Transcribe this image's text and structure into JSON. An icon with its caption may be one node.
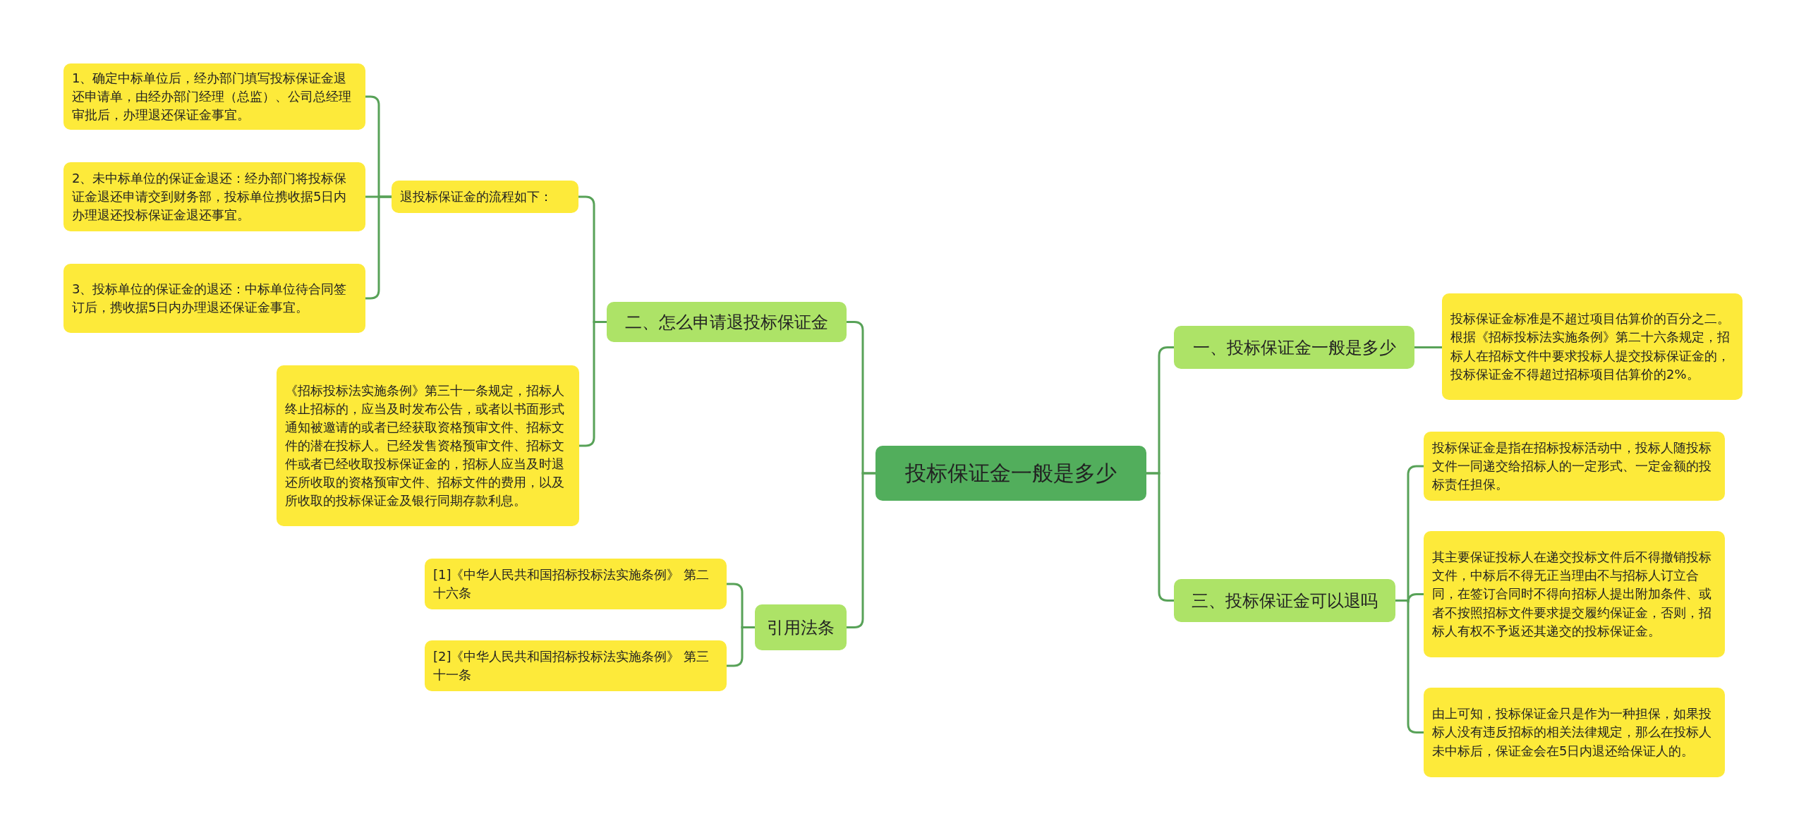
{
  "diagram": {
    "nodes": [
      {
        "text": [
          "投标保证金一般是多少"
        ]
      },
      {
        "text": [
          "二、怎么申请退投标保证金"
        ]
      },
      {
        "text": [
          "退投标保证金的流程如下："
        ]
      },
      {
        "text": [
          "1、确定中标单位后，经办部门填写投标保证金退还申请单，由经办部门经理（总监）、公司总经理审批后，办理退还保证金事宜。"
        ]
      },
      {
        "text": [
          "2、未中标单位的保证金退还：经办部门将投标保证金退还申请交到财务部，投标单位携收据5日内办理退还投标保证金退还事宜。"
        ]
      },
      {
        "text": [
          "3、投标单位的保证金的退还：中标单位待合同签订后，携收据5日内办理退还保证金事宜。"
        ]
      },
      {
        "text": [
          "《招标投标法实施条例》第三十一条规定，招标人终止招标的，应当及时发布公告，或者以书面形式通知被邀请的或者已经获取资格预审文件、招标文件的潜在投标人。已经发售资格预审文件、招标文件或者已经收取投标保证金的，招标人应当及时退还所收取的资格预审文件、招标文件的费用，以及所收取的投标保证金及银行同期存款利息。"
        ]
      },
      {
        "text": [
          "引用法条"
        ]
      },
      {
        "text": [
          "[1]《中华人民共和国招标投标法实施条例》 第二十六条"
        ]
      },
      {
        "text": [
          "[2]《中华人民共和国招标投标法实施条例》 第三十一条"
        ]
      },
      {
        "text": [
          "一、投标保证金一般是多少"
        ]
      },
      {
        "text": [
          "投标保证金标准是不超过项目估算价的百分之二。根据《招标投标法实施条例》第二十六条规定，招标人在招标文件中要求投标人提交投标保证金的，投标保证金不得超过招标项目估算价的2%。"
        ]
      },
      {
        "text": [
          "三、投标保证金可以退吗"
        ]
      },
      {
        "text": [
          "投标保证金是指在招标投标活动中，投标人随投标文件一同递交给招标人的一定形式、一定金额的投标责任担保。"
        ]
      },
      {
        "text": [
          "其主要保证投标人在递交投标文件后不得撤销投标文件，中标后不得无正当理由不与招标人订立合同，在签订合同时不得向招标人提出附加条件、或者不按照招标文件要求提交履约保证金，否则，招标人有权不予返还其递交的投标保证金。"
        ]
      },
      {
        "text": [
          "由上可知，投标保证金只是作为一种担保，如果投标人没有违反招标的相关法律规定，那么在投标人未中标后，保证金会在5日内退还给保证人的。"
        ]
      }
    ],
    "edges": [
      {
        "from": 0,
        "to": 1,
        "arrow": "none"
      },
      {
        "from": 0,
        "to": 7,
        "arrow": "none"
      },
      {
        "from": 0,
        "to": 10,
        "arrow": "none"
      },
      {
        "from": 0,
        "to": 12,
        "arrow": "none"
      },
      {
        "from": 1,
        "to": 2,
        "arrow": "none"
      },
      {
        "from": 1,
        "to": 6,
        "arrow": "none"
      },
      {
        "from": 2,
        "to": 3,
        "arrow": "none"
      },
      {
        "from": 2,
        "to": 4,
        "arrow": "none"
      },
      {
        "from": 2,
        "to": 5,
        "arrow": "none"
      },
      {
        "from": 7,
        "to": 8,
        "arrow": "none"
      },
      {
        "from": 7,
        "to": 9,
        "arrow": "none"
      },
      {
        "from": 10,
        "to": 11,
        "arrow": "none"
      },
      {
        "from": 12,
        "to": 13,
        "arrow": "none"
      },
      {
        "from": 12,
        "to": 14,
        "arrow": "none"
      },
      {
        "from": 12,
        "to": 15,
        "arrow": "none"
      }
    ]
  }
}
